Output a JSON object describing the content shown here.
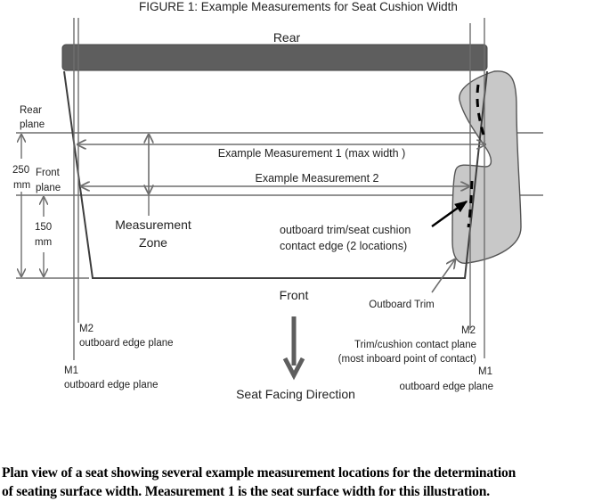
{
  "figure": {
    "title": "FIGURE 1:  Example Measurements for Seat Cushion Width",
    "labels": {
      "rear": "Rear",
      "front": "Front",
      "rear_plane_1": "Rear",
      "rear_plane_2": "plane",
      "front_plane_1": "Front",
      "front_plane_2": "plane",
      "dim_250_1": "250",
      "dim_250_2": "mm",
      "dim_150_1": "150",
      "dim_150_2": "mm",
      "measurement_1": "Example Measurement  1 (max width )",
      "measurement_2": "Example Measurement  2",
      "measurement_zone_1": "Measurement",
      "measurement_zone_2": "Zone",
      "contact_edge_1": "outboard trim/seat cushion",
      "contact_edge_2": "contact edge (2 locations)",
      "outboard_trim": "Outboard Trim",
      "left_m2_id": "M2",
      "left_m2_desc": "outboard edge plane",
      "left_m1_id": "M1",
      "left_m1_desc": "outboard edge plane",
      "right_m2_id": "M2",
      "right_m2_desc_1": "Trim/cushion contact plane",
      "right_m2_desc_2": "(most inboard point of contact)",
      "right_m1_id": "M1",
      "right_m1_desc": "outboard edge plane",
      "seat_facing": "Seat Facing Direction"
    },
    "colors": {
      "rear_bar": "#5e5e5e",
      "trim_fill": "#c8c8c8",
      "lines": "#6e6e6e",
      "outline": "#444444"
    }
  },
  "caption": {
    "line1": "Plan view of a seat showing several example measurement locations for the determination",
    "line2": "of seating surface width.  Measurement 1 is the seat surface width for this illustration."
  }
}
